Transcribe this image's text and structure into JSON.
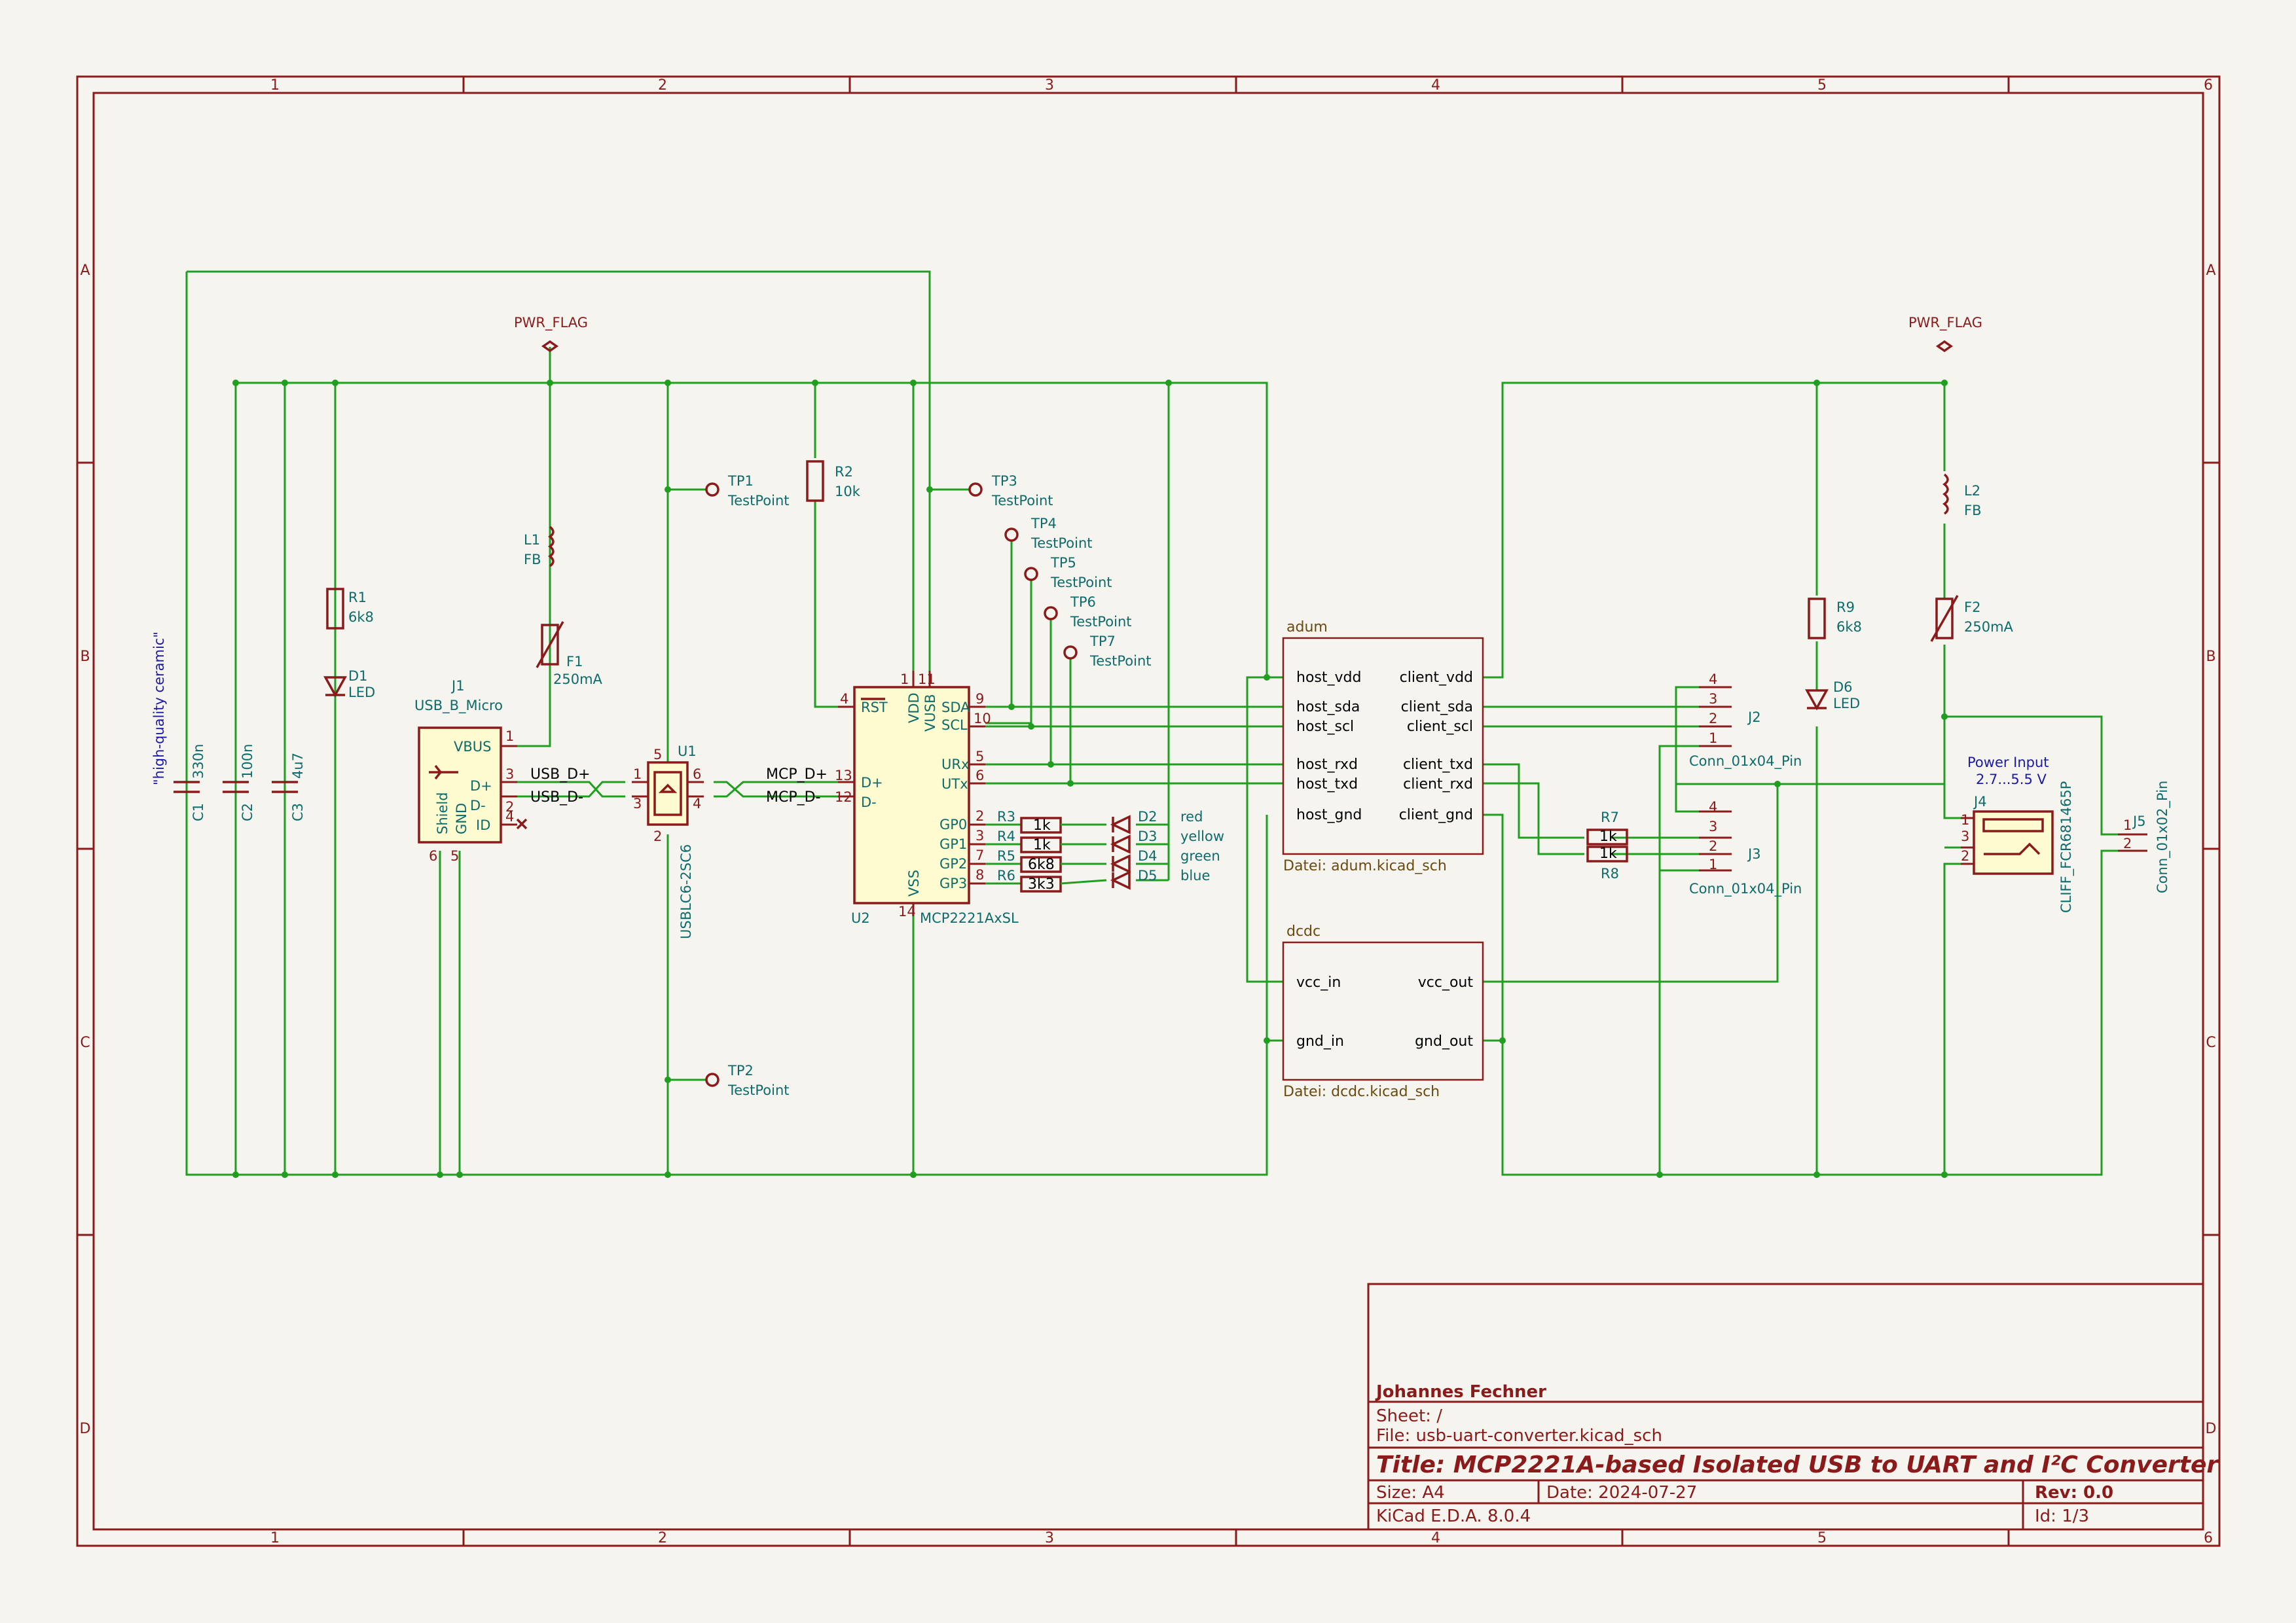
{
  "title_block": {
    "author": "Johannes Fechner",
    "sheet": "Sheet: /",
    "file": "File: usb-uart-converter.kicad_sch",
    "title": "Title: MCP2221A-based Isolated USB to UART and I²C Converter",
    "size": "Size: A4",
    "date": "Date: 2024-07-27",
    "rev": "Rev: 0.0",
    "tool": "KiCad E.D.A. 8.0.4",
    "id": "Id: 1/3"
  },
  "zones": {
    "cols": [
      "1",
      "2",
      "3",
      "4",
      "5",
      "6"
    ],
    "rows": [
      "A",
      "B",
      "C",
      "D"
    ]
  },
  "note": "\"high-quality ceramic\"",
  "power_flags": [
    "PWR_FLAG",
    "PWR_FLAG"
  ],
  "caps": [
    {
      "ref": "C1",
      "val": "330n"
    },
    {
      "ref": "C2",
      "val": "100n"
    },
    {
      "ref": "C3",
      "val": "4u7"
    }
  ],
  "r1": {
    "ref": "R1",
    "val": "6k8"
  },
  "d1": {
    "ref": "D1",
    "val": "LED"
  },
  "j1": {
    "ref": "J1",
    "val": "USB_B_Micro",
    "pins": [
      "VBUS",
      "D+",
      "D-",
      "ID",
      "Shield",
      "GND"
    ],
    "nums": [
      "1",
      "3",
      "2",
      "4",
      "6",
      "5"
    ]
  },
  "l1": {
    "ref": "L1",
    "val": "FB"
  },
  "f1": {
    "ref": "F1",
    "val": "250mA"
  },
  "u1": {
    "ref": "U1",
    "val": "USBLC6-2SC6",
    "nums": [
      "5",
      "1",
      "3",
      "2",
      "6",
      "4"
    ]
  },
  "nets": {
    "usb_dp": "USB_D+",
    "usb_dm": "USB_D-",
    "mcp_dp": "MCP_D+",
    "mcp_dm": "MCP_D-"
  },
  "tps": [
    {
      "ref": "TP1",
      "val": "TestPoint"
    },
    {
      "ref": "TP2",
      "val": "TestPoint"
    },
    {
      "ref": "TP3",
      "val": "TestPoint"
    },
    {
      "ref": "TP4",
      "val": "TestPoint"
    },
    {
      "ref": "TP5",
      "val": "TestPoint"
    },
    {
      "ref": "TP6",
      "val": "TestPoint"
    },
    {
      "ref": "TP7",
      "val": "TestPoint"
    }
  ],
  "r2": {
    "ref": "R2",
    "val": "10k"
  },
  "u2": {
    "ref": "U2",
    "val": "MCP2221AxSL",
    "pins_left": [
      "RST",
      "D+",
      "D-"
    ],
    "nums_left": [
      "4",
      "13",
      "12"
    ],
    "pins_top": [
      "VDD",
      "VUSB"
    ],
    "nums_top": [
      "1",
      "11"
    ],
    "pins_right": [
      "SDA",
      "SCL",
      "URx",
      "UTx",
      "GP0",
      "GP1",
      "GP2",
      "GP3"
    ],
    "nums_right": [
      "9",
      "10",
      "5",
      "6",
      "2",
      "3",
      "7",
      "8"
    ],
    "pin_bottom": "VSS",
    "num_bottom": "14"
  },
  "gp_res": [
    {
      "ref": "R3",
      "val": "1k"
    },
    {
      "ref": "R4",
      "val": "1k"
    },
    {
      "ref": "R5",
      "val": "6k8"
    },
    {
      "ref": "R6",
      "val": "3k3"
    }
  ],
  "leds": [
    {
      "ref": "D2",
      "color": "red"
    },
    {
      "ref": "D3",
      "color": "yellow"
    },
    {
      "ref": "D4",
      "color": "green"
    },
    {
      "ref": "D5",
      "color": "blue"
    }
  ],
  "adum": {
    "name": "adum",
    "file": "Datei: adum.kicad_sch",
    "left": [
      "host_vdd",
      "host_sda",
      "host_scl",
      "host_rxd",
      "host_txd",
      "host_gnd"
    ],
    "right": [
      "client_vdd",
      "client_sda",
      "client_scl",
      "client_txd",
      "client_rxd",
      "client_gnd"
    ]
  },
  "dcdc": {
    "name": "dcdc",
    "file": "Datei: dcdc.kicad_sch",
    "left": [
      "vcc_in",
      "gnd_in"
    ],
    "right": [
      "vcc_out",
      "gnd_out"
    ]
  },
  "j2": {
    "ref": "J2",
    "val": "Conn_01x04_Pin",
    "nums": [
      "4",
      "3",
      "2",
      "1"
    ]
  },
  "j3": {
    "ref": "J3",
    "val": "Conn_01x04_Pin",
    "nums": [
      "4",
      "3",
      "2",
      "1"
    ]
  },
  "r7": {
    "ref": "R7",
    "val": "1k"
  },
  "r8": {
    "ref": "R8",
    "val": "1k"
  },
  "r9": {
    "ref": "R9",
    "val": "6k8"
  },
  "d6": {
    "ref": "D6",
    "val": "LED"
  },
  "l2": {
    "ref": "L2",
    "val": "FB"
  },
  "f2": {
    "ref": "F2",
    "val": "250mA"
  },
  "j4": {
    "ref": "J4",
    "val": "CLIFF_FCR681465P",
    "nums": [
      "1",
      "3",
      "2"
    ],
    "label1": "Power Input",
    "label2": "2.7...5.5 V"
  },
  "j5": {
    "ref": "J5",
    "val": "Conn_01x02_Pin",
    "nums": [
      "1",
      "2"
    ]
  }
}
